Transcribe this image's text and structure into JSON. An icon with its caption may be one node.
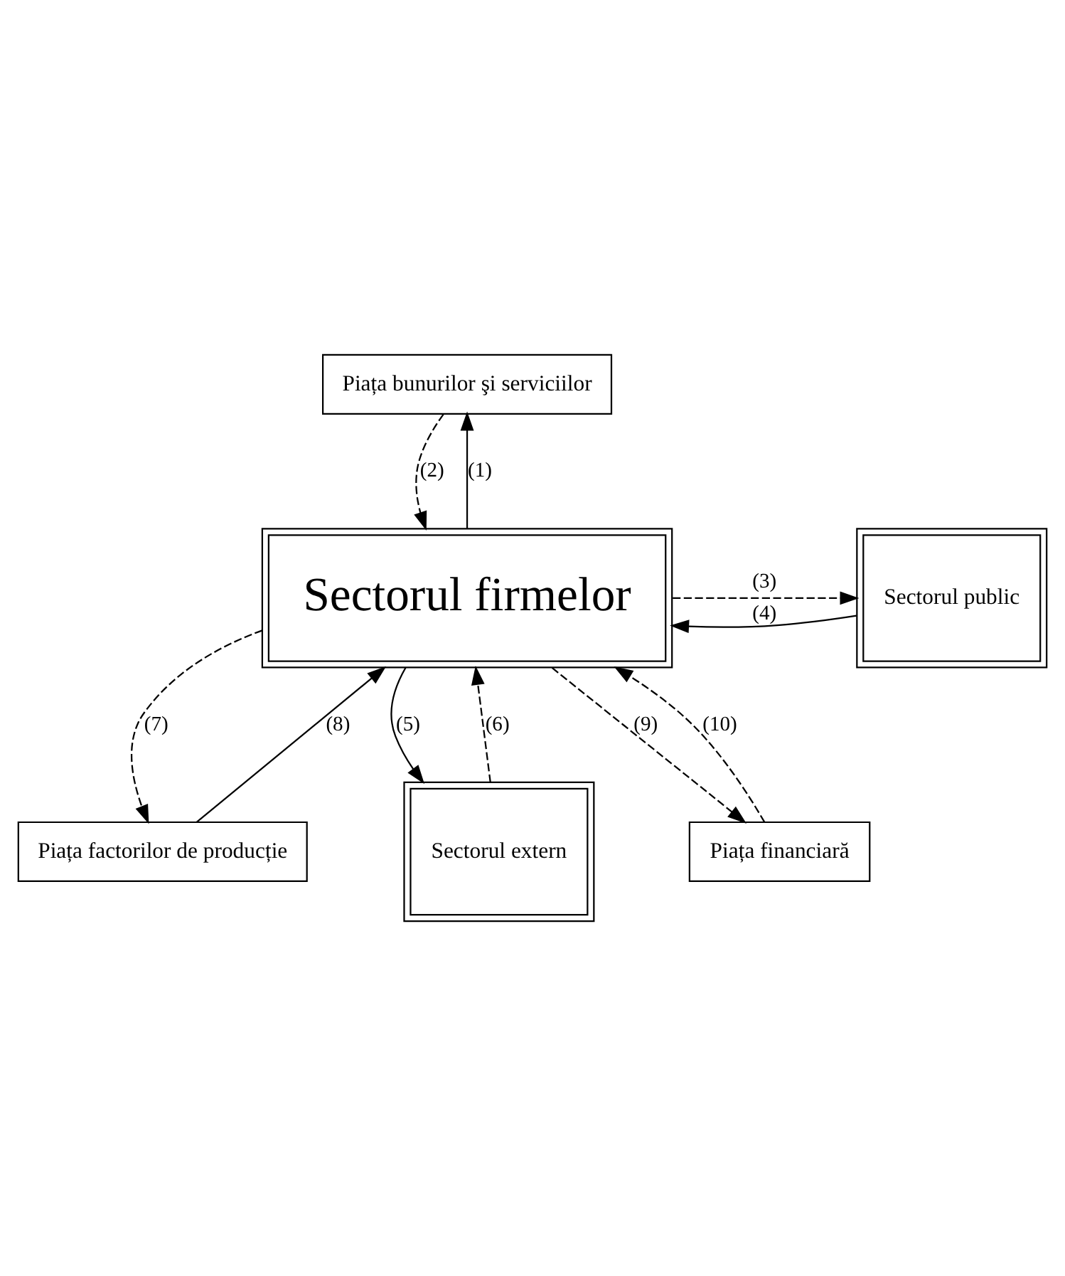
{
  "diagram": {
    "nodes": [
      {
        "text": [
          "Piața bunurilor şi serviciilor"
        ]
      },
      {
        "text": [
          "Sectorul firmelor"
        ]
      },
      {
        "text": [
          "Sectorul public"
        ]
      },
      {
        "text": [
          "Piața factorilor de producție"
        ]
      },
      {
        "text": [
          "Sectorul extern"
        ]
      },
      {
        "text": [
          "Piața financiară"
        ]
      }
    ],
    "edges": [
      {
        "from": 1,
        "to": 0,
        "arrow": "to",
        "label": "(1)"
      },
      {
        "from": 0,
        "to": 1,
        "arrow": "to",
        "label": "(2)",
        "style": "dashed"
      },
      {
        "from": 1,
        "to": 2,
        "arrow": "to",
        "label": "(3)",
        "style": "dashed"
      },
      {
        "from": 2,
        "to": 1,
        "arrow": "to",
        "label": "(4)"
      },
      {
        "from": 1,
        "to": 4,
        "arrow": "to",
        "label": "(5)"
      },
      {
        "from": 4,
        "to": 1,
        "arrow": "to",
        "label": "(6)",
        "style": "dashed"
      },
      {
        "from": 1,
        "to": 3,
        "arrow": "to",
        "label": "(7)",
        "style": "dashed"
      },
      {
        "from": 3,
        "to": 1,
        "arrow": "to",
        "label": "(8)"
      },
      {
        "from": 1,
        "to": 5,
        "arrow": "to",
        "label": "(9)",
        "style": "dashed"
      },
      {
        "from": 5,
        "to": 1,
        "arrow": "to",
        "label": "(10)",
        "style": "dashed"
      }
    ]
  }
}
